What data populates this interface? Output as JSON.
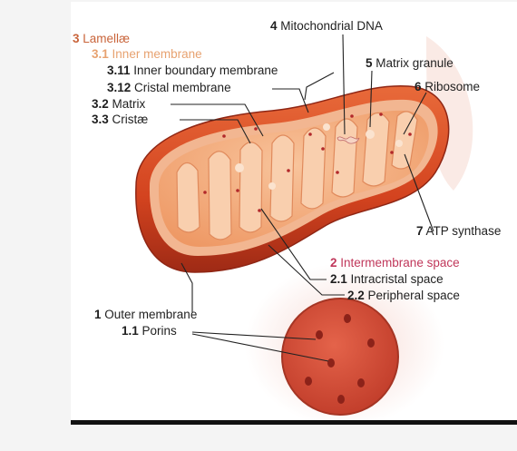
{
  "colors": {
    "outer_membrane": "#d94a24",
    "outer_membrane_dark": "#a3301a",
    "intermembrane": "#f0b28f",
    "matrix": "#f3a273",
    "cristae_fold": "#f7c29a",
    "porin_circle": "#d94e35",
    "porin_dot": "#8b1f1a",
    "label_orange": "#c9643a",
    "label_peach": "#e7a270",
    "label_pink": "#c0375a"
  },
  "labels": {
    "lamellae": {
      "num": "3",
      "text": "Lamellæ"
    },
    "inner_membrane": {
      "num": "3.1",
      "text": "Inner membrane"
    },
    "inner_boundary": {
      "num": "3.11",
      "text": "Inner boundary membrane"
    },
    "cristal_membrane": {
      "num": "3.12",
      "text": "Cristal membrane"
    },
    "matrix": {
      "num": "3.2",
      "text": "Matrix"
    },
    "cristae": {
      "num": "3.3",
      "text": "Cristæ"
    },
    "mito_dna": {
      "num": "4",
      "text": "Mitochondrial DNA"
    },
    "matrix_granule": {
      "num": "5",
      "text": "Matrix granule"
    },
    "ribosome": {
      "num": "6",
      "text": "Ribosome"
    },
    "atp_synthase": {
      "num": "7",
      "text": "ATP synthase"
    },
    "intermembrane_space": {
      "num": "2",
      "text": "Intermembrane space"
    },
    "intracristal_space": {
      "num": "2.1",
      "text": "Intracristal space"
    },
    "peripheral_space": {
      "num": "2.2",
      "text": "Peripheral space"
    },
    "outer_membrane": {
      "num": "1",
      "text": "Outer membrane"
    },
    "porins": {
      "num": "1.1",
      "text": "Porins"
    }
  }
}
